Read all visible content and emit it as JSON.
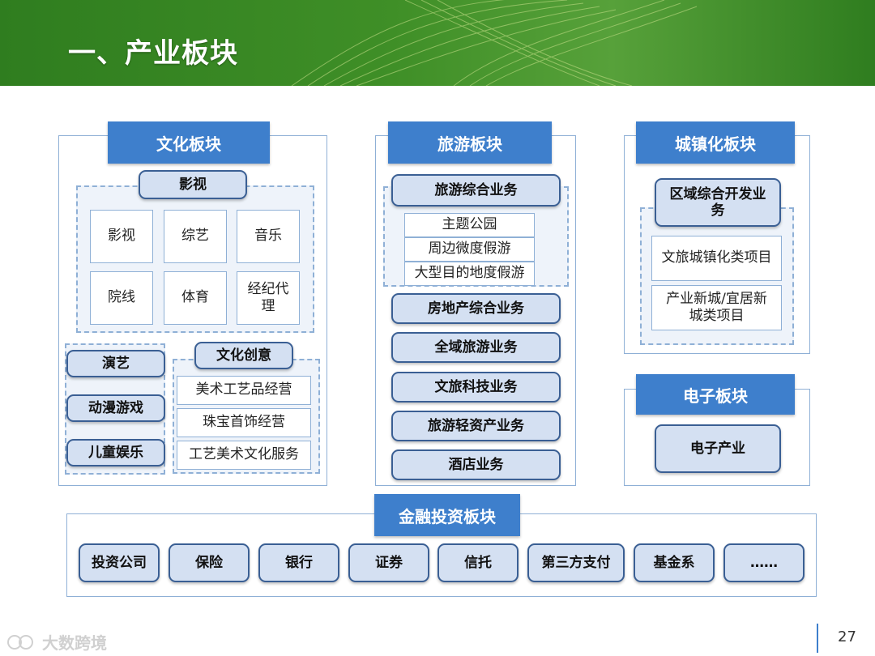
{
  "page": {
    "title": "一、产业板块",
    "page_number": "27",
    "watermark": "大数跨境"
  },
  "culture": {
    "title": "文化板块",
    "film": {
      "title": "影视",
      "cells": [
        "影视",
        "综艺",
        "音乐",
        "院线",
        "体育",
        "经纪代理"
      ]
    },
    "side_items": [
      "演艺",
      "动漫游戏",
      "儿童娱乐"
    ],
    "creative": {
      "title": "文化创意",
      "items": [
        "美术工艺品经营",
        "珠宝首饰经营",
        "工艺美术文化服务"
      ]
    }
  },
  "tourism": {
    "title": "旅游板块",
    "combo": {
      "title": "旅游综合业务",
      "items": [
        "主题公园",
        "周边微度假游",
        "大型目的地度假游"
      ]
    },
    "businesses": [
      "房地产综合业务",
      "全域旅游业务",
      "文旅科技业务",
      "旅游轻资产业务",
      "酒店业务"
    ]
  },
  "urban": {
    "title": "城镇化板块",
    "regional": {
      "title": "区域综合开发业务",
      "items": [
        "文旅城镇化类项目",
        "产业新城/宜居新城类项目"
      ]
    }
  },
  "electronics": {
    "title": "电子板块",
    "item": "电子产业"
  },
  "finance": {
    "title": "金融投资板块",
    "items": [
      "投资公司",
      "保险",
      "银行",
      "证券",
      "信托",
      "第三方支付",
      "基金系",
      "……"
    ]
  }
}
